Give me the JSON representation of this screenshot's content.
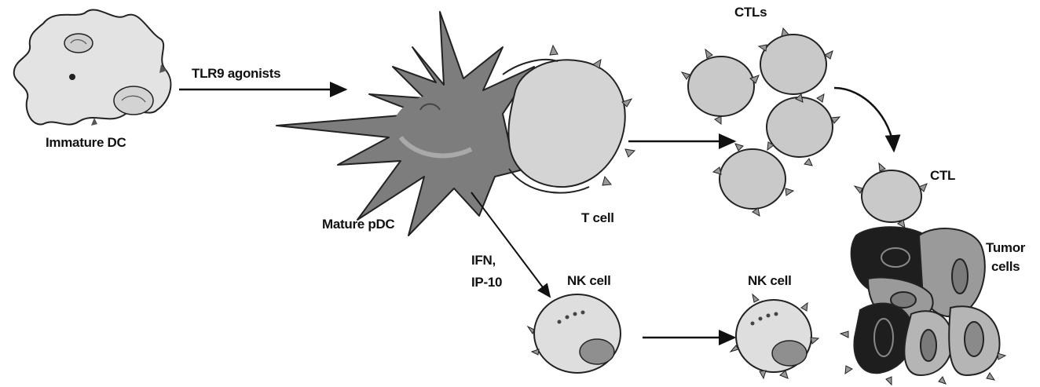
{
  "labels": {
    "immature_dc": "Immature DC",
    "tlr_agonists": "TLR9 agonists",
    "mature_pdc": "Mature pDC",
    "t_cell": "T cell",
    "ctls": "CTLs",
    "ctl": "CTL",
    "ifn": "IFN,",
    "ip10": "IP-10",
    "nk_cell_left": "NK cell",
    "nk_cell_right": "NK cell",
    "tumor": "Tumor",
    "cells": "cells"
  },
  "colors": {
    "immature_dc_fill": "#e3e3e3",
    "pdc_fill": "#7d7d7d",
    "pdc_highlight": "#a9a9a9",
    "t_cell_fill": "#d4d4d4",
    "ctl_fill": "#c9c9c9",
    "nk_fill": "#dedede",
    "tumor_gray": "#9a9a9a",
    "tumor_black": "#1e1e1e",
    "outline": "#222222"
  }
}
